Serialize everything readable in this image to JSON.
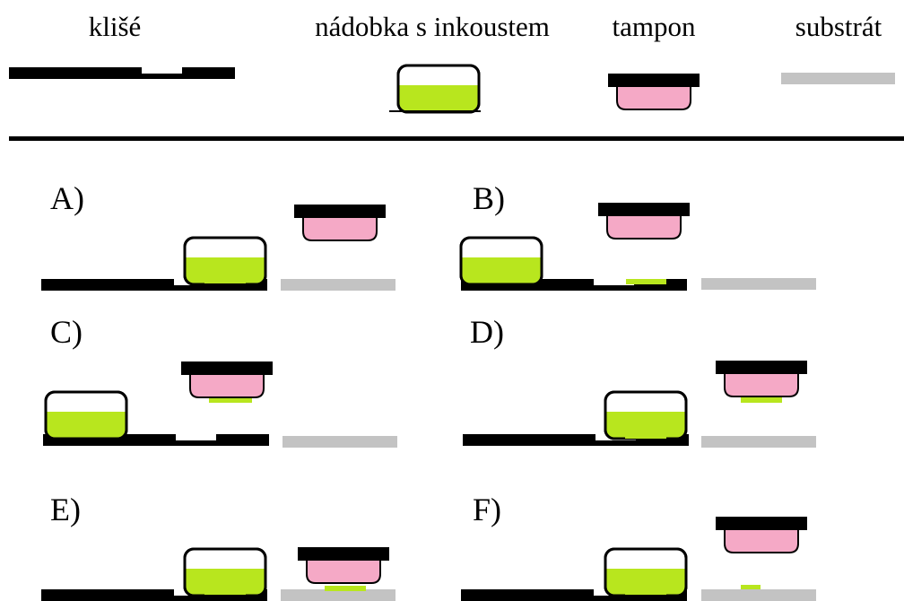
{
  "legend": {
    "cliche": "klišé",
    "ink_cup": "nádobka s inkoustem",
    "pad": "tampon",
    "substrate": "substrát"
  },
  "steps": {
    "a": "A)",
    "b": "B)",
    "c": "C)",
    "d": "D)",
    "e": "E)",
    "f": "F)"
  },
  "colors": {
    "ink": "#b8e61e",
    "pad": "#f5a9c6",
    "substrate": "#c3c3c3",
    "plate": "#000000",
    "background": "#ffffff"
  }
}
